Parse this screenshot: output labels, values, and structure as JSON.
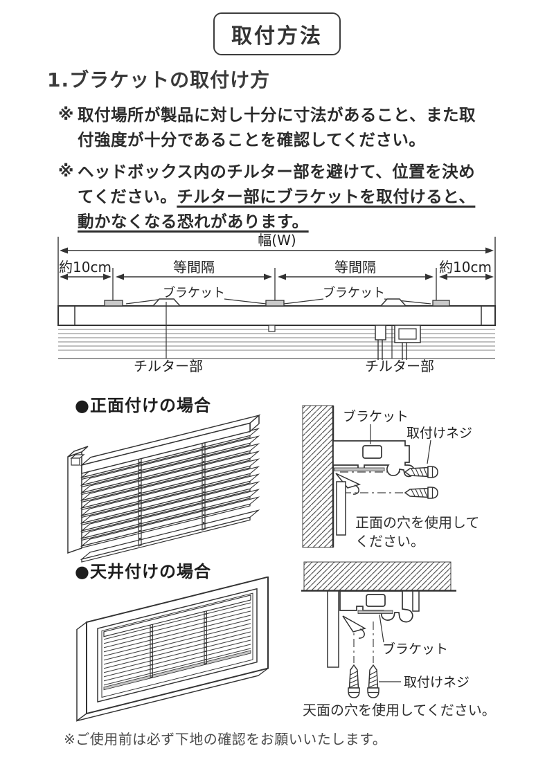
{
  "title": "取付方法",
  "main_heading": "1.ブラケットの取付け方",
  "notes": {
    "marker": "※",
    "note1": "取付場所が製品に対し十分に寸法があること、また取\n付強度が十分であることを確認してください。",
    "note2_plain": "ヘッドボックス内のチルター部を避けて、位置を決め\nてください。",
    "note2_underlined": "チルター部にブラケットを取付けると、\n動かなくなる恐れがあります。"
  },
  "width_diagram": {
    "total_width_label": "幅(W)",
    "margin_label": "約10cm",
    "equal_spacing_label": "等間隔",
    "bracket_label": "ブラケット",
    "tilter_label": "チルター部"
  },
  "front_mount_section": {
    "heading": "●正面付けの場合",
    "bracket_label": "ブラケット",
    "screw_label": "取付けネジ",
    "caption_line1": "正面の穴を使用して",
    "caption_line2": "ください。"
  },
  "ceiling_mount_section": {
    "heading": "●天井付けの場合",
    "bracket_label": "ブラケット",
    "screw_label": "取付けネジ",
    "caption": "天面の穴を使用してください。"
  },
  "footer_note": "※ご使用前は必ず下地の確認をお願いいたします。",
  "colors": {
    "line": "#333333",
    "bracket_fill": "#c9c9c9",
    "slat_line": "#999999",
    "text": "#2f2f2f"
  }
}
